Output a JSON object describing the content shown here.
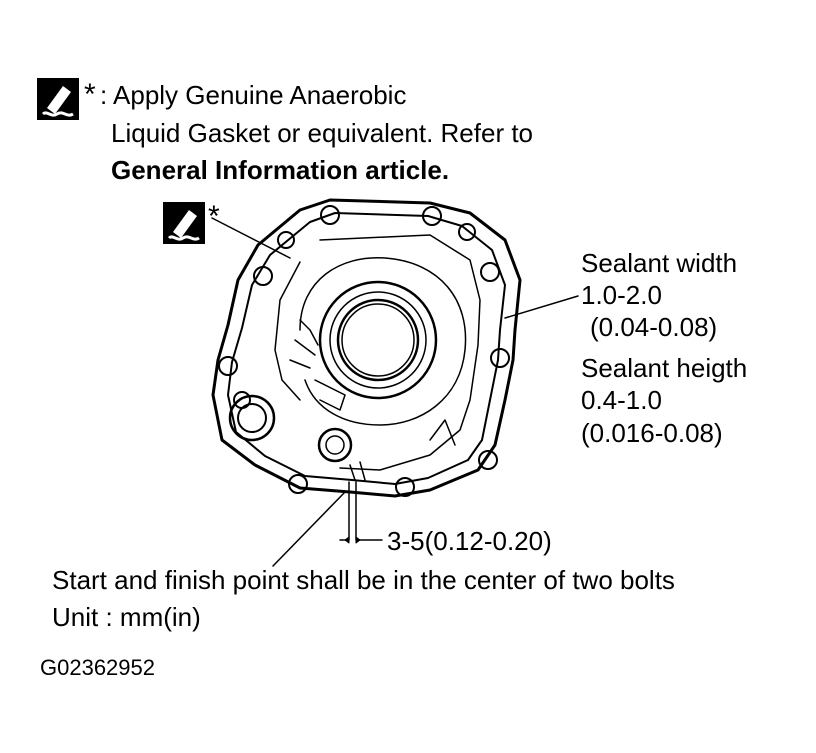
{
  "note": {
    "asterisk": "*",
    "line1": ": Apply Genuine Anaerobic",
    "line2": "Liquid Gasket or equivalent. Refer to",
    "line3": "General Information article."
  },
  "part_callout": {
    "asterisk": "*"
  },
  "sealant": {
    "width_label": "Sealant width",
    "width_value": "1.0-2.0",
    "width_value_in": "(0.04-0.08)",
    "height_label": "Sealant heigth",
    "height_value": "0.4-1.0",
    "height_value_in": "(0.016-0.08)"
  },
  "gap": {
    "label": "3-5(0.12-0.20)"
  },
  "footer": {
    "start_finish": "Start and finish point shall be in the center of two bolts",
    "unit": "Unit : mm(in)",
    "figure_id": "G02362952"
  },
  "icons": [
    "sealant-applicator-icon",
    "sealant-applicator-icon"
  ]
}
